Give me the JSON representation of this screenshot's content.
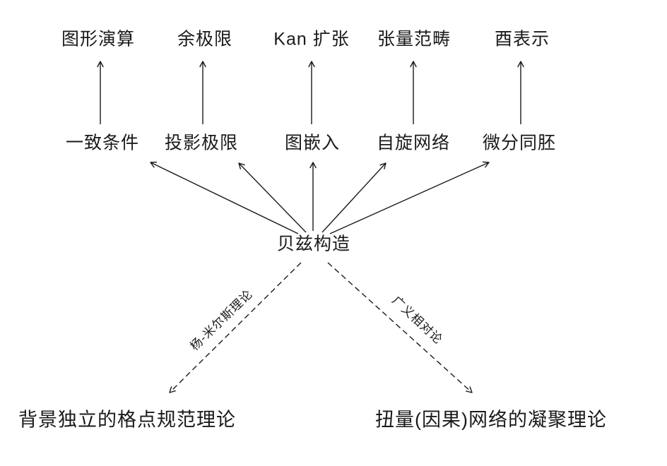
{
  "colors": {
    "background": "#ffffff",
    "ink": "#1a1a1a"
  },
  "diagram": {
    "top_row": [
      "图形演算",
      "余极限",
      "Kan 扩张",
      "张量范畴",
      "酉表示"
    ],
    "middle_row": [
      "一致条件",
      "投影极限",
      "图嵌入",
      "自旋网络",
      "微分同胚"
    ],
    "center": "贝兹构造",
    "edge_labels": {
      "left": "杨-米尔斯理论",
      "right": "广义相对论"
    },
    "bottom": {
      "left": "背景独立的格点规范理论",
      "right": "扭量(因果)网络的凝聚理论"
    }
  }
}
